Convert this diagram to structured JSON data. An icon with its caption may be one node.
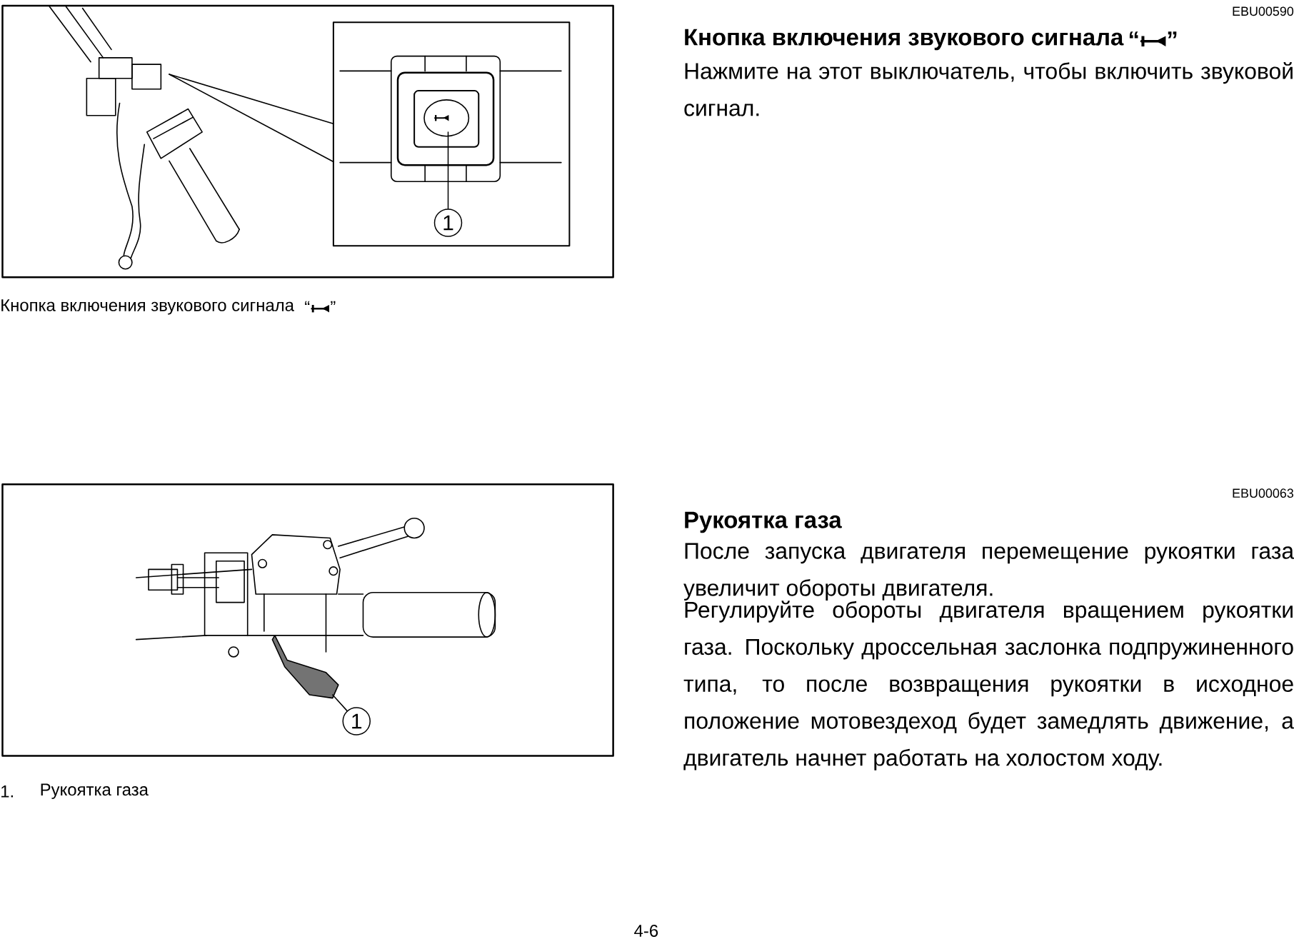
{
  "diagram": {
    "nodes": [
      {
        "text": [
          "1"
        ]
      },
      {
        "text": [
          "1"
        ]
      }
    ],
    "edges": [
      {
        "from": 0,
        "to": null,
        "arrow": "none"
      },
      {
        "from": 1,
        "to": null,
        "arrow": "none"
      }
    ],
    "labels": [
      "EBU00590",
      "Кнопка включения звукового сигнала",
      "“",
      "”",
      "Нажмите на этот выключатель, чтобы включить звуковой сигнал.",
      "Кнопка включения звукового сигнала",
      "“",
      "”",
      "EBU00063",
      "Рукоятка газа",
      "После запуска двигателя перемещение рукоятки газа увеличит обороты двигателя.",
      "Регулируйте обороты двигателя вращением рукоятки газа. Поскольку дроссельная заслонка подпружиненного типа, то после возвращения рукоятки в исходное положение мотовездеход будет замедлять движение, а двигатель начнет работать на холостом ходу.",
      "1.",
      "Рукоятка газа",
      "4-6"
    ]
  }
}
